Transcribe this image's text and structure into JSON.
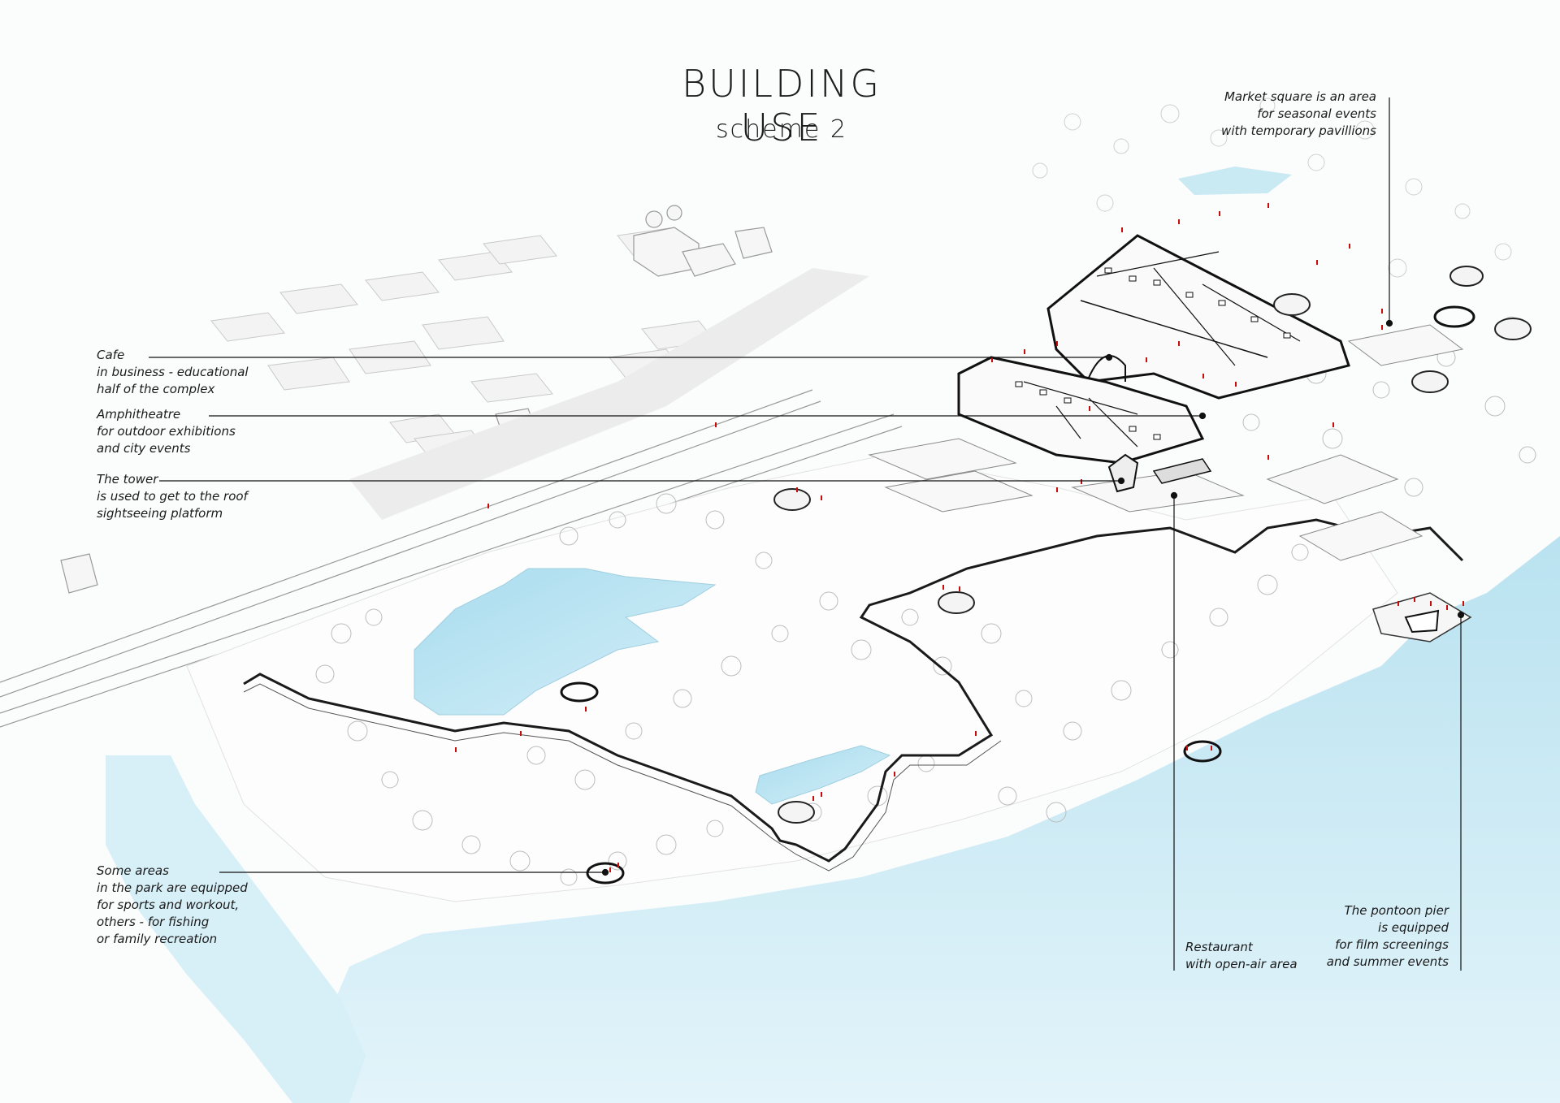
{
  "header": {
    "title": "BUILDING USE",
    "subtitle": "scheme 2"
  },
  "colors": {
    "water": "#c3e7f2",
    "water_edge": "#a9d6e6",
    "people": "#c80c0c",
    "ink": "#1a1a1a"
  },
  "callouts": {
    "cafe": [
      "Cafe",
      "in business - educational",
      "half of the complex"
    ],
    "amphitheatre": [
      "Amphitheatre",
      "for outdoor exhibitions",
      "and city events"
    ],
    "tower": [
      "The tower",
      "is used to get to the roof",
      "sightseeing platform"
    ],
    "market": [
      "Market square is an area",
      "for seasonal events",
      "with temporary pavillions"
    ],
    "park": [
      "Some areas",
      "in the park are equipped",
      "for sports and workout,",
      "others - for fishing",
      "or family recreation"
    ],
    "restaurant": [
      "Restaurant",
      "with open-air area"
    ],
    "pier": [
      "The pontoon pier",
      "is equipped",
      "for film screenings",
      "and summer events"
    ]
  }
}
